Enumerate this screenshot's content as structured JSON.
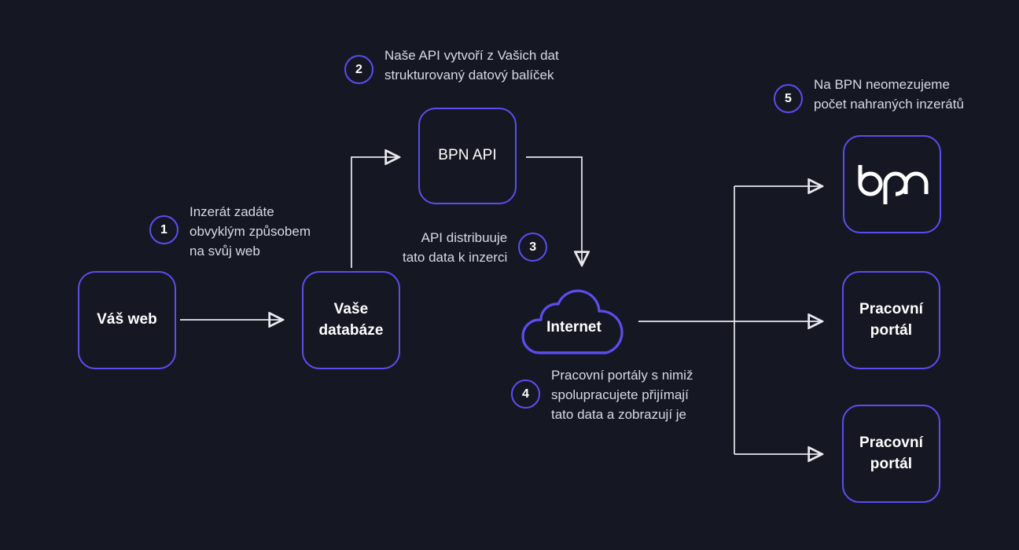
{
  "theme": {
    "background": "#151823",
    "accent": "#5b4df0",
    "line": "#e8e9ee",
    "node_text": "#ffffff",
    "annotation_text": "#d7dae3"
  },
  "nodes": {
    "web": {
      "label": "Váš web"
    },
    "database": {
      "label": "Vaše\ndatabáze"
    },
    "api": {
      "label": "BPN API"
    },
    "internet": {
      "label": "Internet"
    },
    "bpn": {
      "logo": "bpn-wordmark"
    },
    "portal_1": {
      "label": "Pracovní\nportál"
    },
    "portal_2": {
      "label": "Pracovní\nportál"
    }
  },
  "annotations": [
    {
      "number": "1",
      "text": "Inzerát zadáte\nobvyklým způsobem\nna svůj web"
    },
    {
      "number": "2",
      "text": "Naše API vytvoří z Vašich dat\nstrukturovaný datový balíček"
    },
    {
      "number": "3",
      "text": "API distribuuje\ntato data k inzerci"
    },
    {
      "number": "4",
      "text": "Pracovní portály s nimiž\nspolupracujete přijímají\ntato data a zobrazují je"
    },
    {
      "number": "5",
      "text": "Na BPN neomezujeme\npočet nahraných inzerátů"
    }
  ],
  "connectors": [
    {
      "name": "web-to-database",
      "from": "web",
      "to": "database"
    },
    {
      "name": "database-to-api",
      "from": "database",
      "to": "api"
    },
    {
      "name": "api-to-internet",
      "from": "api",
      "to": "internet"
    },
    {
      "name": "internet-to-trunk",
      "from": "internet",
      "to": "distribution-trunk"
    },
    {
      "name": "trunk-to-bpn",
      "from": "distribution-trunk",
      "to": "bpn"
    },
    {
      "name": "trunk-to-portal-1",
      "from": "distribution-trunk",
      "to": "portal_1"
    },
    {
      "name": "trunk-to-portal-2",
      "from": "distribution-trunk",
      "to": "portal_2"
    }
  ]
}
